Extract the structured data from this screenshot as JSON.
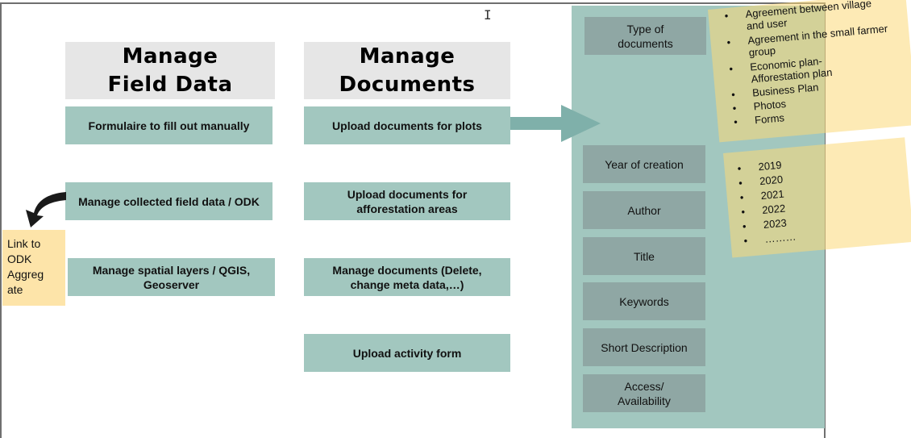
{
  "headers": {
    "manage_field_data": "Manage Field Data",
    "manage_documents": "Manage Documents"
  },
  "field_data_boxes": [
    "Formulaire to fill out manually",
    "Manage collected field data / ODK",
    "Manage spatial layers / QGIS, Geoserver"
  ],
  "document_boxes": [
    "Upload documents for plots",
    "Upload documents for afforestation areas",
    "Manage documents (Delete, change meta data,…)",
    "Upload activity form"
  ],
  "link_box": "Link to\nODK\nAggreg\nate",
  "metadata_fields": [
    "Type of documents",
    "Year of creation",
    "Author",
    "Title",
    "Keywords",
    "Short Description",
    "Access/ Availability"
  ],
  "document_types": [
    "Agreement between village and user",
    "Agreement in the small farmer group",
    "Economic plan-Afforestation plan",
    "Business Plan",
    "Photos",
    "Forms"
  ],
  "years": [
    "2019",
    "2020",
    "2021",
    "2022",
    "2023",
    "………"
  ],
  "colors": {
    "box_fill": "#a2c7bf",
    "header_fill": "#e6e6e6",
    "field_fill": "#8fa7a4",
    "note_fill": "#fcd878",
    "arrow": "#7fb0aa"
  },
  "icons": {
    "text_cursor": "I-beam cursor"
  }
}
